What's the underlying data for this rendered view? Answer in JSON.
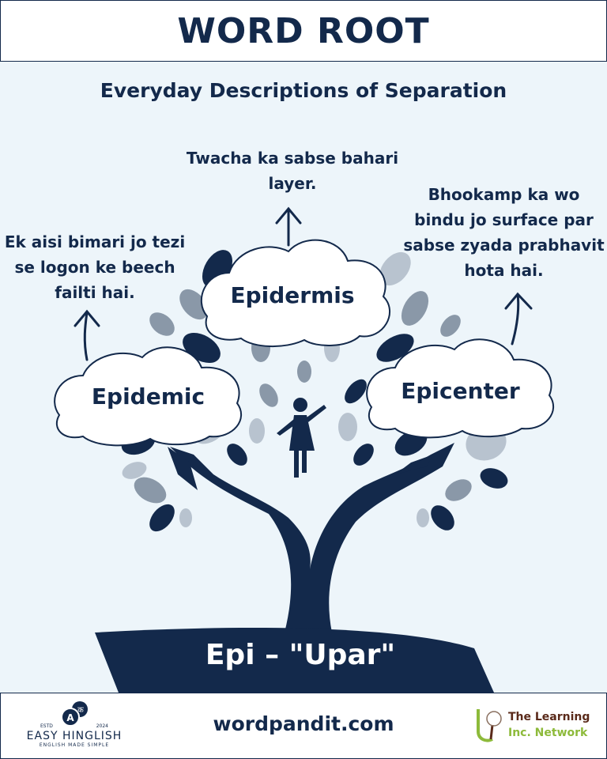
{
  "header": {
    "title": "WORD ROOT"
  },
  "subtitle": "Everyday Descriptions of Separation",
  "words": [
    {
      "word": "Epidermis",
      "meaning": "Twacha ka sabse bahari layer."
    },
    {
      "word": "Epidemic",
      "meaning": "Ek aisi bimari jo tezi se logon ke beech failti hai."
    },
    {
      "word": "Epicenter",
      "meaning": "Bhookamp ka wo bindu jo surface par sabse zyada prabhavit hota hai."
    }
  ],
  "root": "Epi – \"Upar\"",
  "footer": {
    "left_logo": {
      "estd": "ESTD",
      "year": "2024",
      "name": "EASY HINGLISH",
      "tagline": "ENGLISH MADE SIMPLE",
      "glyph_a": "A",
      "glyph_ka": "क"
    },
    "site": "wordpandit.com",
    "right_logo": {
      "line1": "The Learning",
      "line2": "Inc. Network"
    }
  },
  "colors": {
    "navy": "#13294b",
    "background": "#edf5fa",
    "leaf_grey": "#8a98a8"
  }
}
